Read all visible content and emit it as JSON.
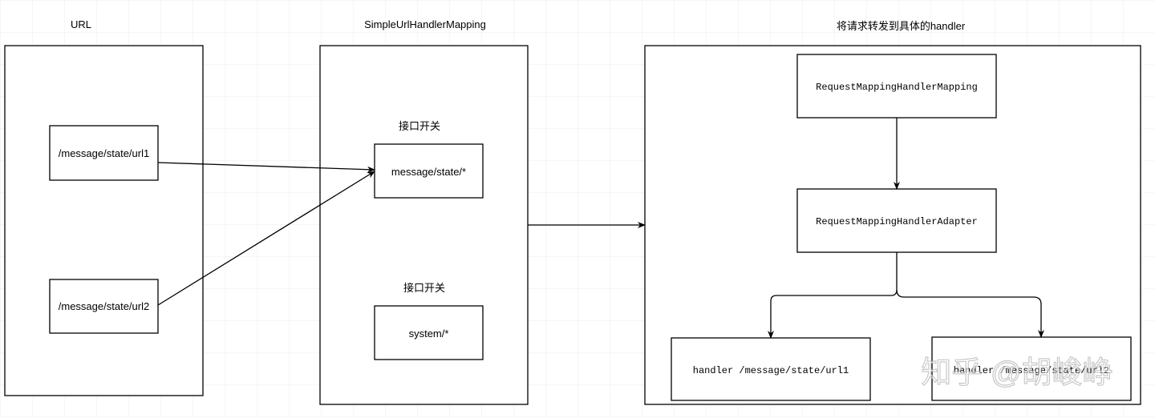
{
  "columns": {
    "url": {
      "title": "URL"
    },
    "mapping": {
      "title": "SimpleUrlHandlerMapping"
    },
    "dispatch": {
      "title": "将请求转发到具体的handler"
    }
  },
  "url_nodes": {
    "url1": "/message/state/url1",
    "url2": "/message/state/url2"
  },
  "mapping_groups": {
    "group1": {
      "label": "接口开关",
      "pattern": "message/state/*"
    },
    "group2": {
      "label": "接口开关",
      "pattern": "system/*"
    }
  },
  "dispatch_nodes": {
    "handler_mapping": "RequestMappingHandlerMapping",
    "handler_adapter": "RequestMappingHandlerAdapter",
    "handler1": "handler /message/state/url1",
    "handler2": "handler /message/state/url2"
  },
  "watermark": "知乎 @胡峻峥",
  "colors": {
    "stroke": "#000000",
    "grid": "#e6e6e6",
    "background": "#ffffff"
  }
}
